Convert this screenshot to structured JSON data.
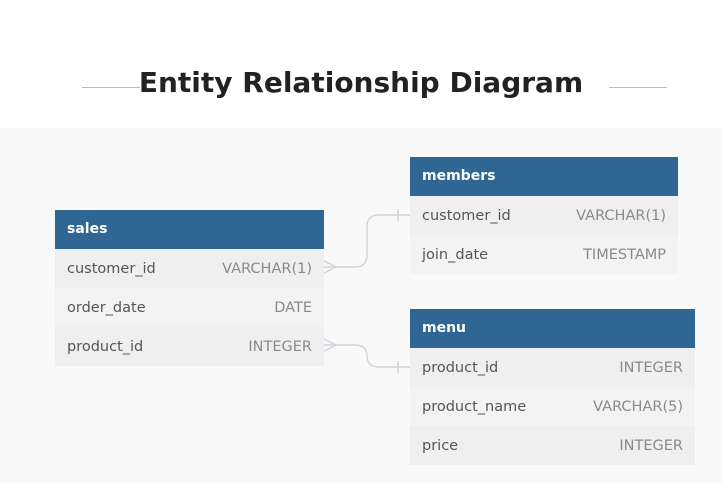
{
  "title": "Entity Relationship Diagram",
  "colors": {
    "header": "#306694",
    "canvas": "#f9f9f9",
    "connector": "#cfd6dc"
  },
  "tables": {
    "sales": {
      "name": "sales",
      "columns": [
        {
          "name": "customer_id",
          "type": "VARCHAR(1)"
        },
        {
          "name": "order_date",
          "type": "DATE"
        },
        {
          "name": "product_id",
          "type": "INTEGER"
        }
      ]
    },
    "members": {
      "name": "members",
      "columns": [
        {
          "name": "customer_id",
          "type": "VARCHAR(1)"
        },
        {
          "name": "join_date",
          "type": "TIMESTAMP"
        }
      ]
    },
    "menu": {
      "name": "menu",
      "columns": [
        {
          "name": "product_id",
          "type": "INTEGER"
        },
        {
          "name": "product_name",
          "type": "VARCHAR(5)"
        },
        {
          "name": "price",
          "type": "INTEGER"
        }
      ]
    }
  }
}
